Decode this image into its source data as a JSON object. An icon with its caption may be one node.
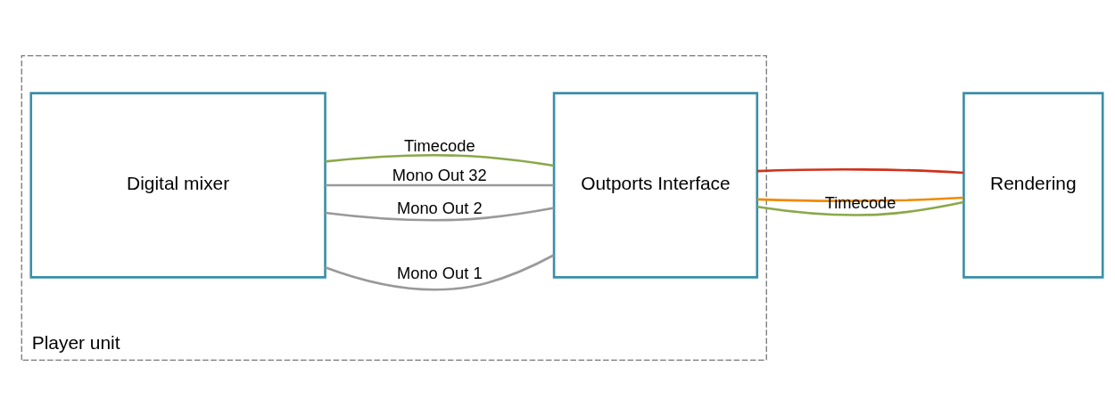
{
  "diagram": {
    "nodes": [
      {
        "text": [
          "Player unit"
        ]
      },
      {
        "text": [
          "Digital mixer"
        ],
        "in": 0
      },
      {
        "text": [
          "Outports Interface"
        ],
        "in": 0
      },
      {
        "text": [
          "Rendering"
        ]
      }
    ],
    "edges": [
      {
        "from": 1,
        "to": 2,
        "arrow": "none",
        "label": "Mono Out 1",
        "color": "#999999"
      },
      {
        "from": 1,
        "to": 2,
        "arrow": "none",
        "label": "Mono Out 2",
        "color": "#999999"
      },
      {
        "from": 1,
        "to": 2,
        "arrow": "none",
        "label": "Mono Out 32",
        "color": "#999999"
      },
      {
        "from": 1,
        "to": 2,
        "arrow": "none",
        "label": "Timecode",
        "color": "#8aa84a"
      },
      {
        "from": 2,
        "to": 3,
        "arrow": "none",
        "color": "#f08a00"
      },
      {
        "from": 2,
        "to": 3,
        "arrow": "none",
        "color": "#d0311a"
      },
      {
        "from": 2,
        "to": 3,
        "arrow": "none",
        "label": "Timecode",
        "color": "#8aa84a"
      }
    ]
  }
}
